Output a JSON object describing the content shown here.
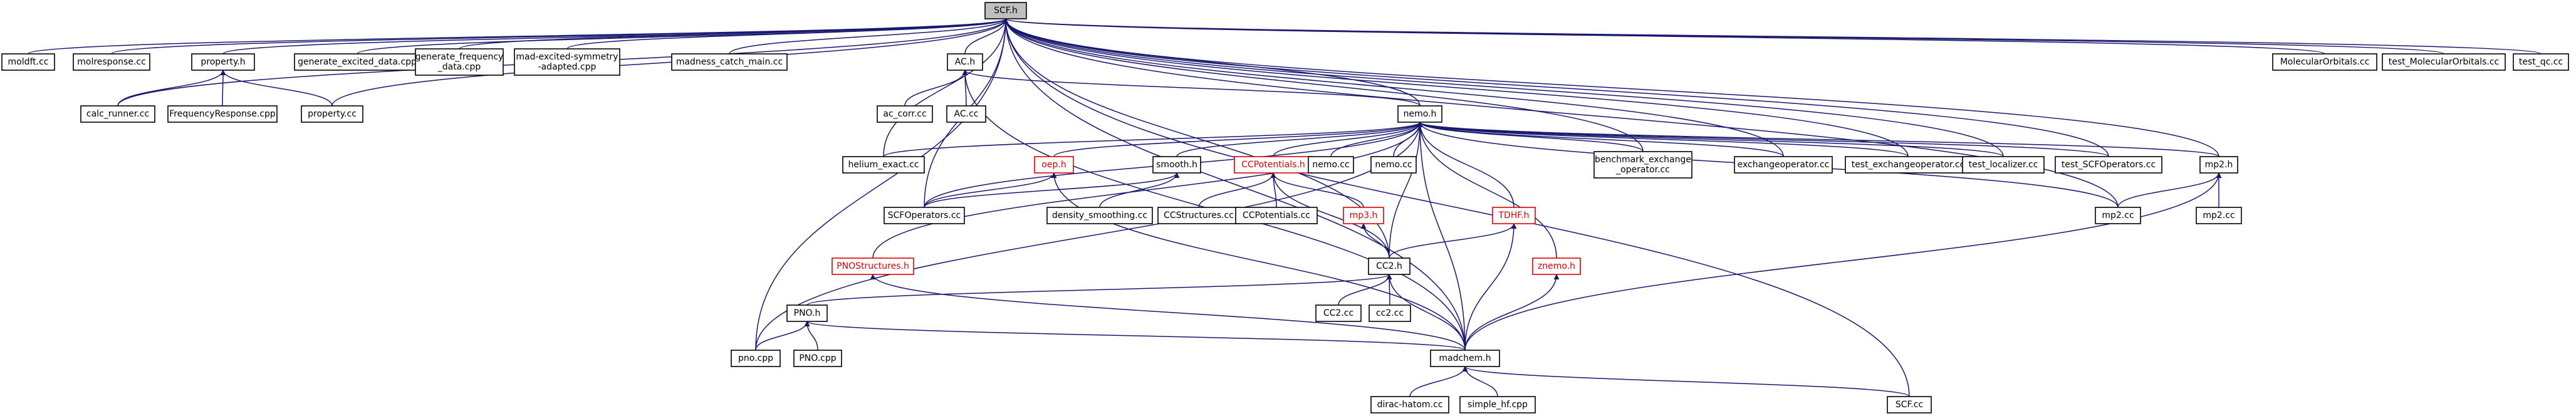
{
  "colors": {
    "edge": "#191970",
    "node_border": "#000000",
    "root_fill": "#bfbfbf",
    "link_red": "#e00000"
  },
  "nodes": {
    "scf_h": {
      "label": "SCF.h"
    },
    "moldft_cc": {
      "label": "moldft.cc"
    },
    "molresponse_cc": {
      "label": "molresponse.cc"
    },
    "property_h": {
      "label": "property.h"
    },
    "generate_excited_data_cpp": {
      "label": "generate_excited_data.cpp"
    },
    "generate_frequency_data_cpp": {
      "label": "generate_frequency\n_data.cpp"
    },
    "mad_excited_symmetry_adapted_cpp": {
      "label": "mad-excited-symmetry\n-adapted.cpp"
    },
    "madness_catch_main_cc": {
      "label": "madness_catch_main.cc"
    },
    "ac_h": {
      "label": "AC.h"
    },
    "molecularorbitals_cc": {
      "label": "MolecularOrbitals.cc"
    },
    "test_molecularorbitals_cc": {
      "label": "test_MolecularOrbitals.cc"
    },
    "test_qc_cc": {
      "label": "test_qc.cc"
    },
    "calc_runner_cc": {
      "label": "calc_runner.cc"
    },
    "frequencyresponse_cpp": {
      "label": "FrequencyResponse.cpp"
    },
    "property_cc": {
      "label": "property.cc"
    },
    "ac_corr_cc": {
      "label": "ac_corr.cc"
    },
    "ac_cc": {
      "label": "AC.cc"
    },
    "nemo_h": {
      "label": "nemo.h"
    },
    "helium_exact_cc": {
      "label": "helium_exact.cc"
    },
    "oep_h": {
      "label": "oep.h"
    },
    "smooth_h": {
      "label": "smooth.h"
    },
    "ccpotentials_h": {
      "label": "CCPotentials.h"
    },
    "nemo_cc_1": {
      "label": "nemo.cc"
    },
    "nemo_cc_2": {
      "label": "nemo.cc"
    },
    "benchmark_exchange_operator_cc": {
      "label": "benchmark_exchange\n_operator.cc"
    },
    "exchangeoperator_cc": {
      "label": "exchangeoperator.cc"
    },
    "test_exchangeoperator_cc": {
      "label": "test_exchangeoperator.cc"
    },
    "test_localizer_cc": {
      "label": "test_localizer.cc"
    },
    "test_scfoperators_cc": {
      "label": "test_SCFOperators.cc"
    },
    "mp2_h": {
      "label": "mp2.h"
    },
    "scfoperators_cc": {
      "label": "SCFOperators.cc"
    },
    "density_smoothing_cc": {
      "label": "density_smoothing.cc"
    },
    "ccstructures_cc": {
      "label": "CCStructures.cc"
    },
    "ccpotentials_cc": {
      "label": "CCPotentials.cc"
    },
    "mp3_h": {
      "label": "mp3.h"
    },
    "tdhf_h": {
      "label": "TDHF.h"
    },
    "mp2_cc_1": {
      "label": "mp2.cc"
    },
    "mp2_cc_2": {
      "label": "mp2.cc"
    },
    "pnostructures_h": {
      "label": "PNOStructures.h"
    },
    "cc2_h": {
      "label": "CC2.h"
    },
    "znemo_h": {
      "label": "znemo.h"
    },
    "cc2_cc_1": {
      "label": "CC2.cc"
    },
    "cc2_cc_2": {
      "label": "cc2.cc"
    },
    "pno_h": {
      "label": "PNO.h"
    },
    "pno_cpp": {
      "label": "pno.cpp"
    },
    "pno_cpp_2": {
      "label": "PNO.cpp"
    },
    "madchem_h": {
      "label": "madchem.h"
    },
    "dirac_hatom_cc": {
      "label": "dirac-hatom.cc"
    },
    "simple_hf_cpp": {
      "label": "simple_hf.cpp"
    },
    "scf_cc": {
      "label": "SCF.cc"
    }
  }
}
